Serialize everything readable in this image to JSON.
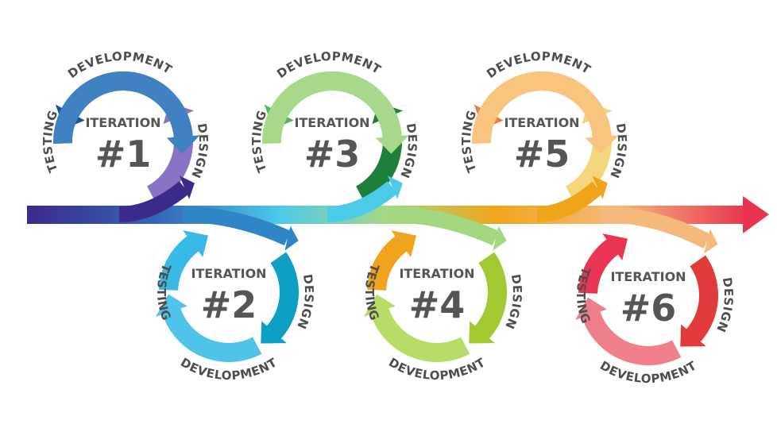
{
  "labels": {
    "development": "DEVELOPMENT",
    "design": "DESIGN",
    "testing": "TESTING"
  },
  "iterations": [
    {
      "title": "ITERATION",
      "number": "#1",
      "row": "top",
      "colors": {
        "development": "#1d4f9c",
        "design": "#8a72c4",
        "testing": "#3f82c2",
        "flow": "#3b2a8a"
      }
    },
    {
      "title": "ITERATION",
      "number": "#2",
      "row": "bottom",
      "colors": {
        "development": "#4fc3ea",
        "design": "#0e9fc4",
        "testing": "#38b9e6",
        "flow": "#2f86c6"
      }
    },
    {
      "title": "ITERATION",
      "number": "#3",
      "row": "top",
      "colors": {
        "development": "#52b45e",
        "design": "#1d7f3a",
        "testing": "#a8d98a",
        "flow": "#4ccbe8"
      }
    },
    {
      "title": "ITERATION",
      "number": "#4",
      "row": "bottom",
      "colors": {
        "development": "#b7dc68",
        "design": "#a2c832",
        "testing": "#f0a31c",
        "flow": "#a3d780"
      }
    },
    {
      "title": "ITERATION",
      "number": "#5",
      "row": "top",
      "colors": {
        "development": "#f07a3a",
        "design": "#f4d77c",
        "testing": "#f9c57e",
        "flow": "#f0a41a"
      }
    },
    {
      "title": "ITERATION",
      "number": "#6",
      "row": "bottom",
      "colors": {
        "development": "#ef7f8a",
        "design": "#e23b3b",
        "testing": "#ea3555",
        "flow": "#f5b97e"
      }
    }
  ],
  "main_arrow_color": "#e8344e"
}
